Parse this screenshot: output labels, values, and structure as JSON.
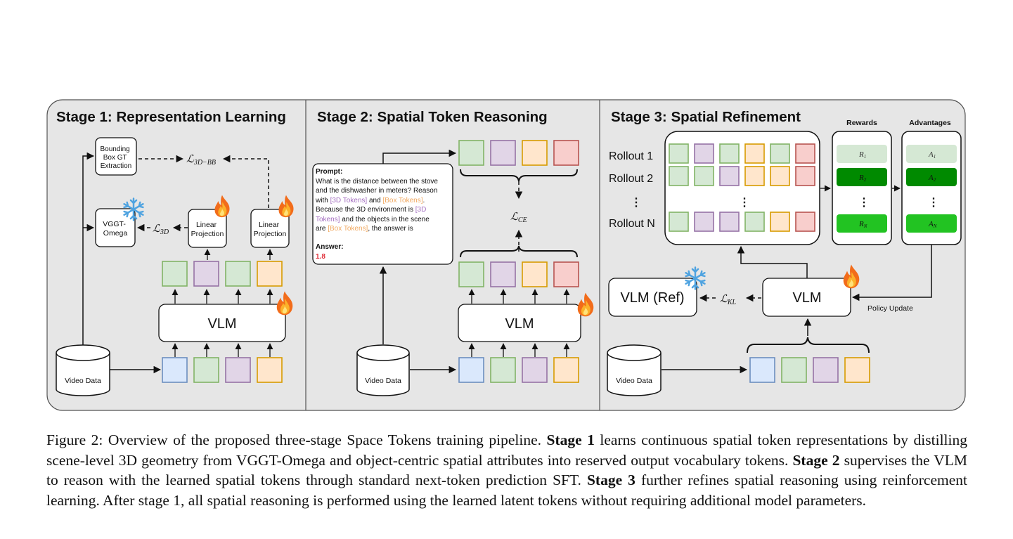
{
  "stage1": {
    "title": "Stage 1: Representation Learning",
    "bbox_extract": [
      "Bounding",
      "Box GT",
      "Extraction"
    ],
    "loss_3dbb": "ℒ",
    "loss_3dbb_sub": "3D−BB",
    "vggt": [
      "VGGT-",
      "Omega"
    ],
    "loss_3d": "ℒ",
    "loss_3d_sub": "3D",
    "linear_projection": [
      "Linear",
      "Projection"
    ],
    "vlm": "VLM",
    "video_data": "Video Data"
  },
  "stage2": {
    "title": "Stage 2: Spatial Token Reasoning",
    "prompt_label": "Prompt:",
    "prompt_line1": "What is the distance between the stove",
    "prompt_line2": "and the dishwasher in meters? Reason",
    "prompt_with": "with ",
    "prompt_3d_tokens": "[3D Tokens]",
    "prompt_and": " and ",
    "prompt_box_tokens": "[Box Tokens]",
    "prompt_period": ".",
    "prompt_line4": "Because the 3D environment is ",
    "prompt_3d_open": "[3D",
    "prompt_tokens_close": "Tokens]",
    "prompt_line5_rest": " and the objects in the scene",
    "prompt_are": "are ",
    "prompt_box_tokens2": "[Box Tokens]",
    "prompt_answer_is": ", the answer is",
    "answer_label": "Answer:",
    "answer_value": "1.8",
    "loss_ce": "ℒ",
    "loss_ce_sub": "CE",
    "vlm": "VLM",
    "video_data": "Video Data"
  },
  "stage3": {
    "title": "Stage 3: Spatial Refinement",
    "rollout_labels": [
      "Rollout 1",
      "Rollout 2",
      "⋮",
      "Rollout N"
    ],
    "rewards_title": "Rewards",
    "advantages_title": "Advantages",
    "rewards": [
      {
        "sym": "R",
        "sub": "1"
      },
      {
        "sym": "R",
        "sub": "2"
      },
      {
        "sym": "R",
        "sub": "N"
      }
    ],
    "advantages": [
      {
        "sym": "A",
        "sub": "1"
      },
      {
        "sym": "A",
        "sub": "2"
      },
      {
        "sym": "A",
        "sub": "N"
      }
    ],
    "vlm_ref": "VLM (Ref)",
    "loss_kl": "ℒ",
    "loss_kl_sub": "KL",
    "vlm": "VLM",
    "policy_update": "Policy Update",
    "video_data": "Video Data"
  },
  "caption": {
    "fig_label": "Figure 2: Overview of the proposed three-stage Space Tokens training pipeline. ",
    "stage1_bold": "Stage 1",
    "part1": " learns continuous spatial token representations by distilling scene-level 3D geometry from VGGT-Omega and object-centric spatial attributes into reserved output vocabulary tokens. ",
    "stage2_bold": "Stage 2",
    "part2": " supervises the VLM to reason with the learned spatial tokens through standard next-token prediction SFT. ",
    "stage3_bold": "Stage 3",
    "part3": " further refines spatial reasoning using reinforcement learning. After stage 1, all spatial reasoning is performed using the learned latent tokens without requiring additional model parameters."
  },
  "colors": {
    "panel_bg": "#e6e6e6",
    "blue_fill": "#dae8fc",
    "blue_stroke": "#6c8ebf",
    "green_fill": "#d5e8d4",
    "green_stroke": "#82b366",
    "purple_fill": "#e1d5e7",
    "purple_stroke": "#9673a6",
    "orange_fill": "#ffe6cc",
    "orange_stroke": "#d79b00",
    "red_fill": "#f8cecc",
    "red_stroke": "#b85450",
    "prompt_3d_color": "#a46fc0",
    "prompt_box_color": "#f0a860",
    "answer_color": "#e0303a",
    "reward_light": "#d5e8d4",
    "reward_dark": "#008a00",
    "reward_bright": "#22c322"
  },
  "icons": [
    "fire-icon",
    "snowflake-icon",
    "database-icon"
  ]
}
